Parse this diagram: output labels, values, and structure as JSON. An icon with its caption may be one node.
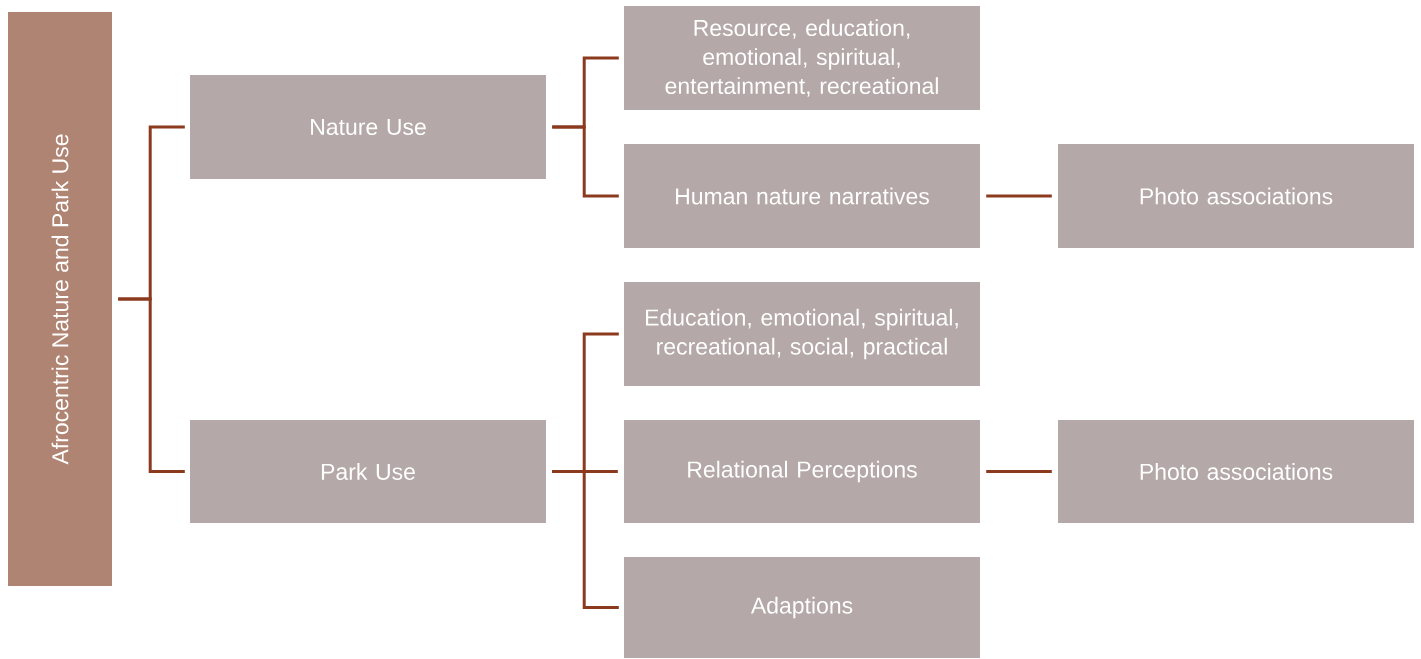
{
  "diagram": {
    "nodes": [
      {
        "text": [
          "Afrocentric Nature and Park Use"
        ]
      },
      {
        "text": [
          "Nature Use"
        ]
      },
      {
        "text": [
          "Park Use"
        ]
      },
      {
        "text": [
          "Resource, education, emotional, spiritual, entertainment, recreational"
        ]
      },
      {
        "text": [
          "Human nature narratives"
        ]
      },
      {
        "text": [
          "Photo associations"
        ]
      },
      {
        "text": [
          "Education, emotional, spiritual, recreational, social, practical"
        ]
      },
      {
        "text": [
          "Relational Perceptions"
        ]
      },
      {
        "text": [
          "Photo associations"
        ]
      },
      {
        "text": [
          "Adaptions"
        ]
      }
    ],
    "edges": [
      {
        "from": 0,
        "to": 1,
        "arrow": "none"
      },
      {
        "from": 0,
        "to": 2,
        "arrow": "none"
      },
      {
        "from": 1,
        "to": 3,
        "arrow": "none"
      },
      {
        "from": 1,
        "to": 4,
        "arrow": "none"
      },
      {
        "from": 4,
        "to": 5,
        "arrow": "none"
      },
      {
        "from": 2,
        "to": 6,
        "arrow": "none"
      },
      {
        "from": 2,
        "to": 7,
        "arrow": "none"
      },
      {
        "from": 2,
        "to": 9,
        "arrow": "none"
      },
      {
        "from": 7,
        "to": 8,
        "arrow": "none"
      }
    ]
  }
}
